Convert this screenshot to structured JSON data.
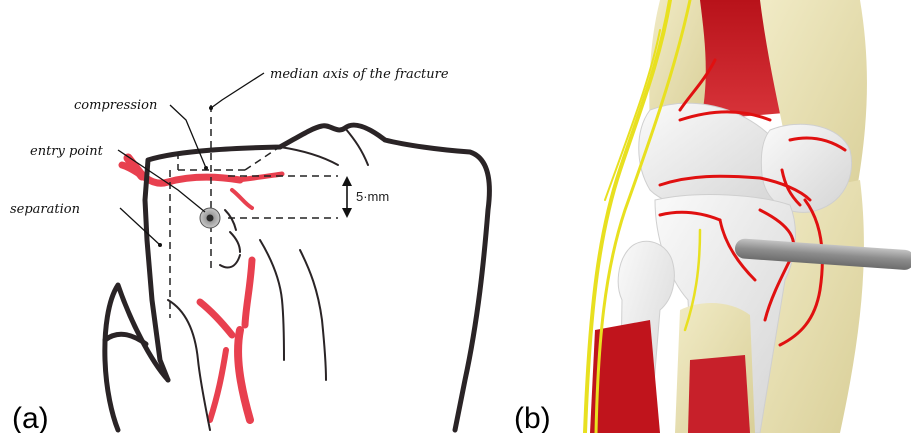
{
  "panel_a": {
    "panel_label": "(a)",
    "labels": {
      "median_axis": "median axis of the fracture",
      "compression": "compression",
      "entry_point": "entry point",
      "separation": "separation",
      "distance": "5·mm"
    }
  },
  "panel_b": {
    "panel_label": "(b)"
  },
  "colors": {
    "bone_outline": "#2a2426",
    "vessel_red": "#e8404f",
    "artery_red": "#e01010",
    "nerve_yellow": "#e8e020",
    "muscle_red": "#c0141c",
    "tendon_cream": "#e9e2b4",
    "bone_white": "#eeeeee",
    "pin_gray": "#9a9a9a"
  }
}
